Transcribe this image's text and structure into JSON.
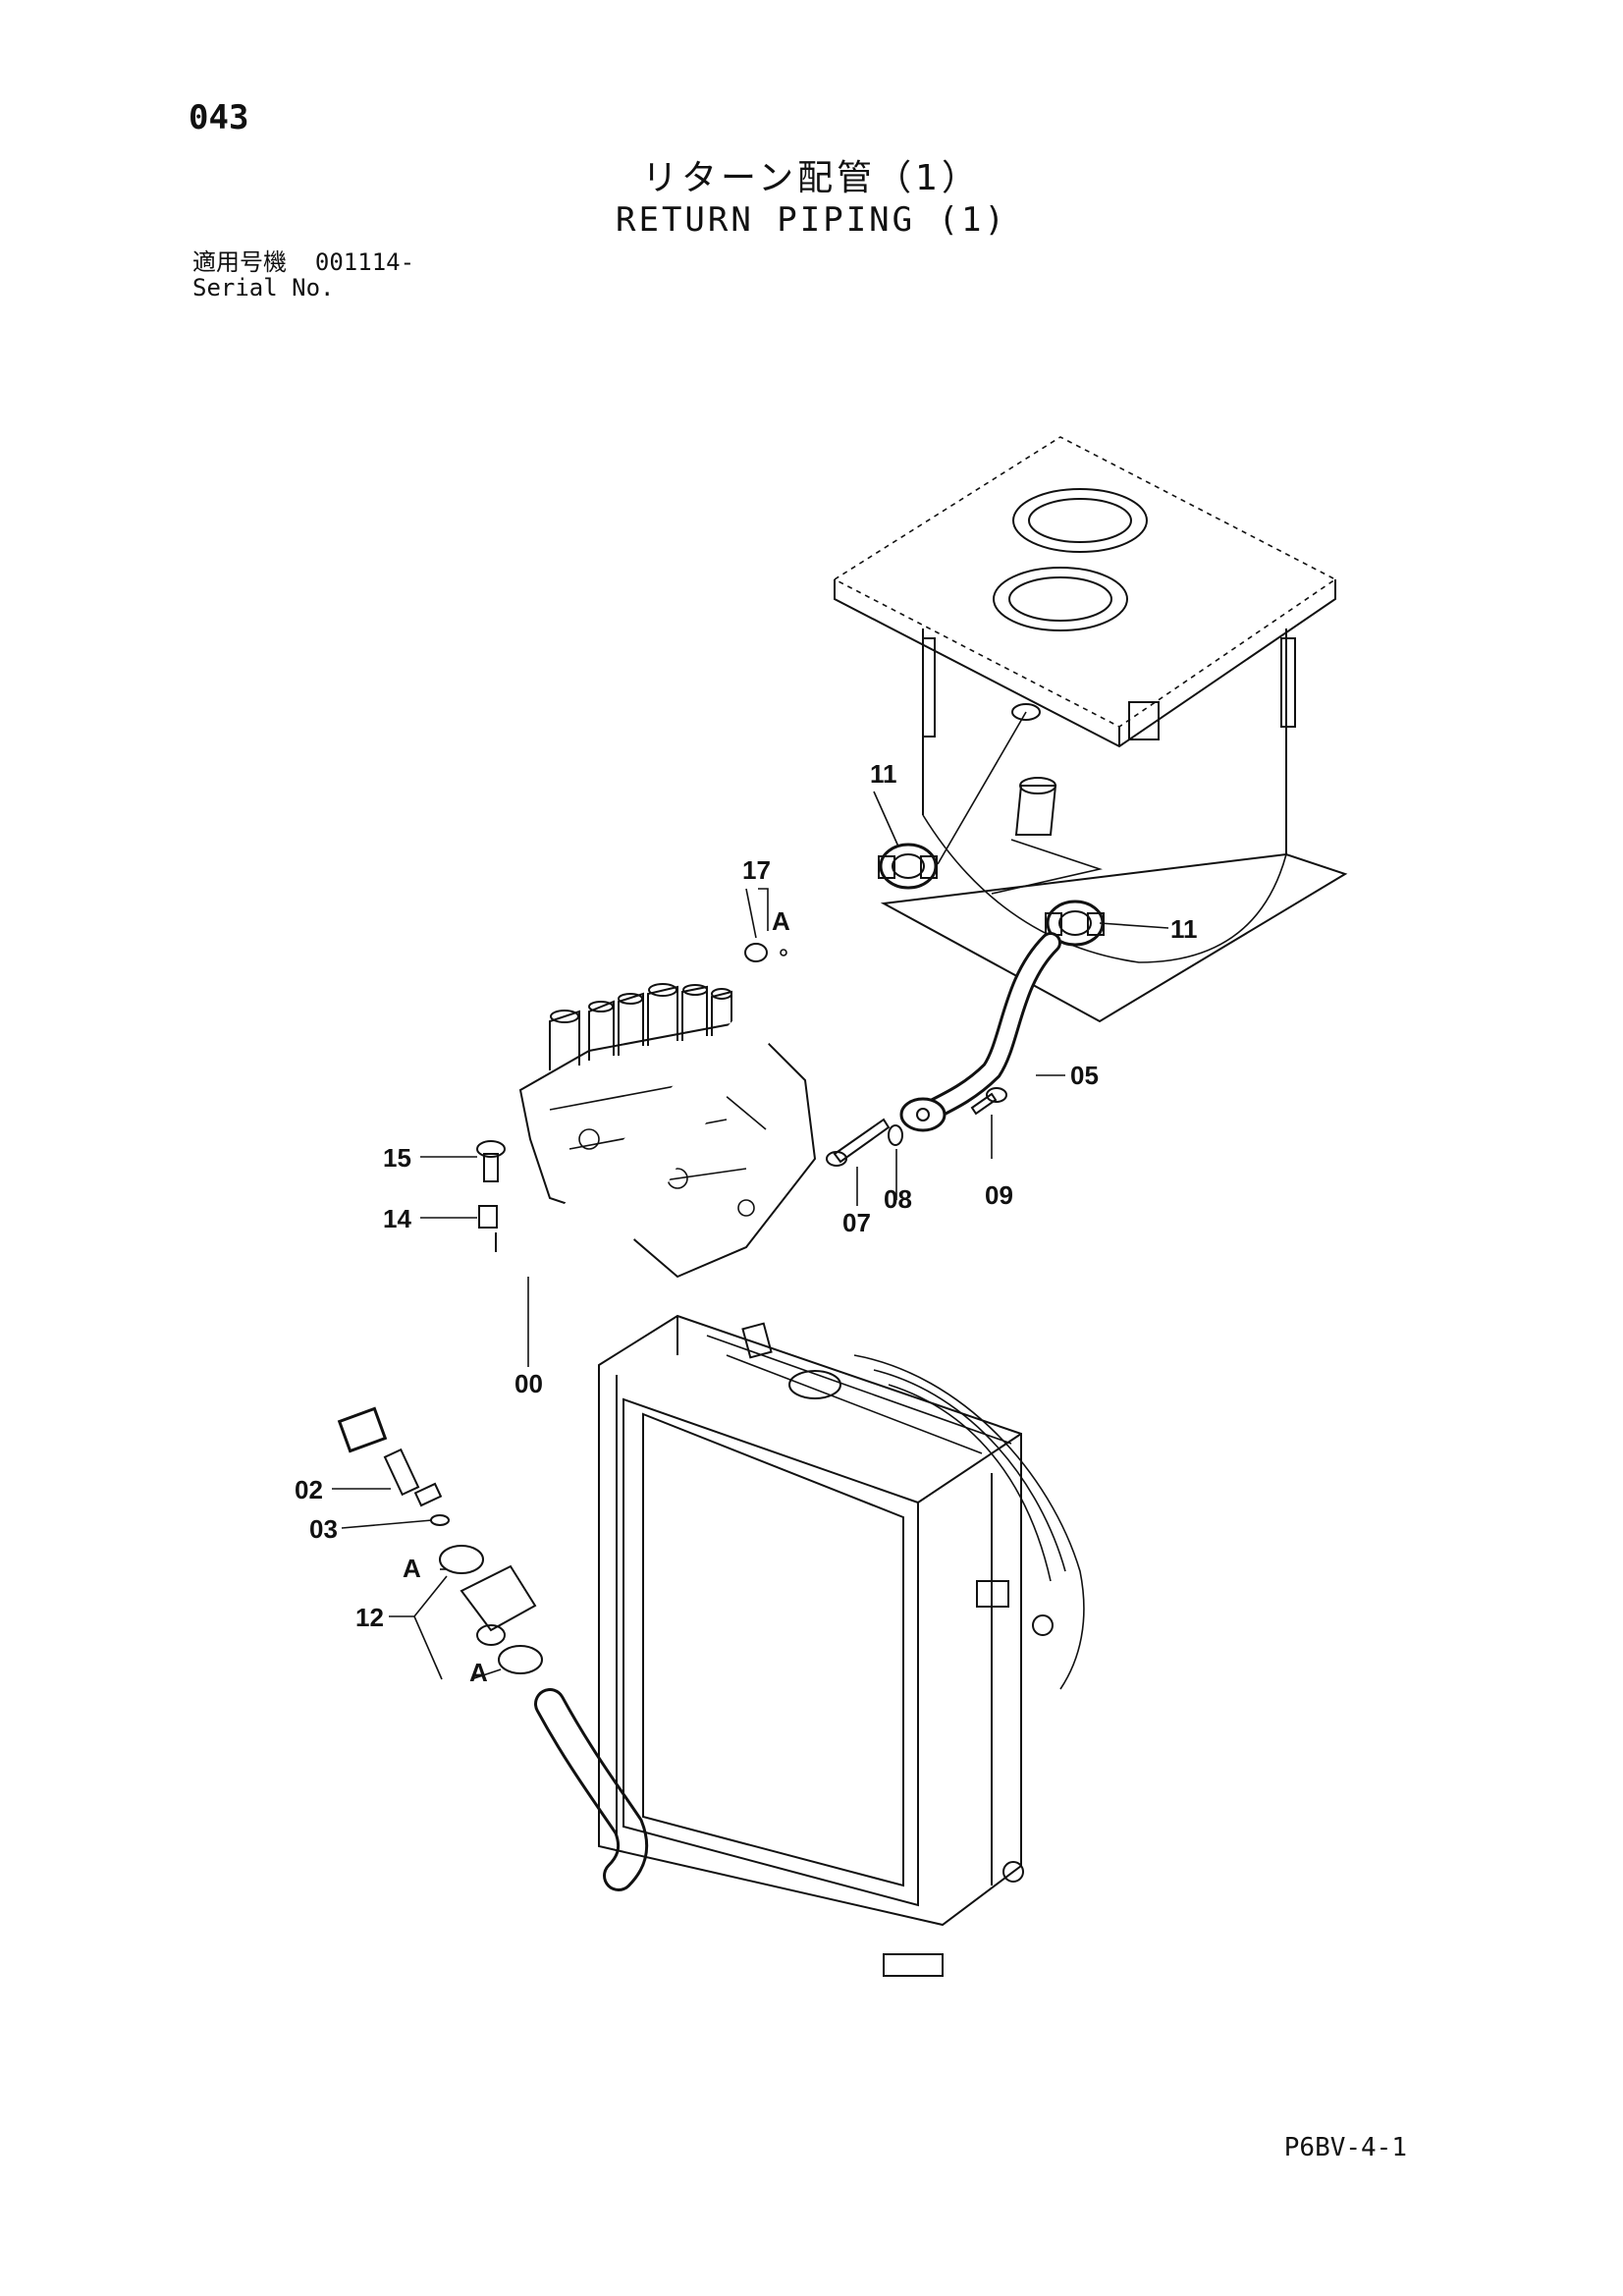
{
  "header": {
    "page_number": "043",
    "title_jp": "リターン配管（1）",
    "title_en": "RETURN PIPING (1)",
    "serial_label_jp": "適用号機",
    "serial_value": "001114-",
    "serial_label_en": "Serial No."
  },
  "footer": {
    "doc_code": "P6BV-4-1"
  },
  "callouts": {
    "c11a": "11",
    "c11b": "11",
    "c17": "17",
    "cA1": "A",
    "c05": "05",
    "c15": "15",
    "c14": "14",
    "c07": "07",
    "c08": "08",
    "c09": "09",
    "c00": "00",
    "c02": "02",
    "c03": "03",
    "cA2": "A",
    "c12": "12",
    "cA3": "A"
  }
}
